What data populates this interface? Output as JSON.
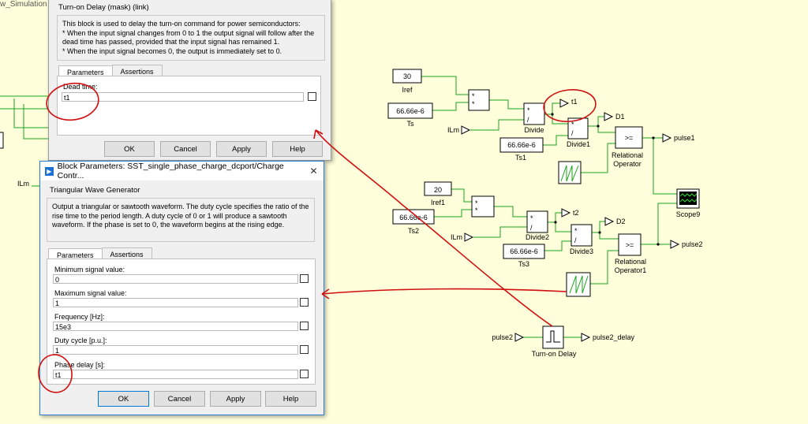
{
  "background_title": "w_Simulation",
  "diagram": {
    "const_iref": "30",
    "label_iref": "Iref",
    "const_ts": "66.66e-6",
    "label_ts": "Ts",
    "input_ilm": "ILm",
    "label_divide": "Divide",
    "out_t1": "t1",
    "out_d1": "D1",
    "label_divide1": "Divide1",
    "const_ts1": "66.66e-6",
    "label_ts1": "Ts1",
    "relop_symbol": ">=",
    "label_relop": "Relational",
    "label_relop_b": "Operator",
    "out_pulse1": "pulse1",
    "label_scope9": "Scope9",
    "const_iref1": "20",
    "label_iref1": "Iref1",
    "const_ts2": "66.66e-6",
    "label_ts2": "Ts2",
    "input_ilm2": "ILm",
    "label_divide2": "Divide2",
    "out_t2": "t2",
    "out_d2": "D2",
    "label_divide3": "Divide3",
    "const_ts3": "66.66e-6",
    "label_ts3": "Ts3",
    "relop1_symbol": ">=",
    "label_relop1": "Relational",
    "label_relop1_b": "Operator1",
    "out_pulse2": "pulse2",
    "input_pulse2": "pulse2",
    "out_pulse2_delay": "pulse2_delay",
    "label_turnon": "Turn-on Delay",
    "left_ilm": "ILm"
  },
  "dialog_turnon": {
    "title": "Turn-on Delay (mask) (link)",
    "description": "This block is used to delay the turn-on command for power semiconductors:\n* When the input signal changes from 0 to 1 the output signal will follow after the dead time has passed, provided that the input signal has remained 1.\n* When the input signal becomes 0, the output is immediately set to 0.",
    "tabs": [
      "Parameters",
      "Assertions"
    ],
    "dead_time_label": "Dead time:",
    "dead_time_value": "t1",
    "buttons": {
      "ok": "OK",
      "cancel": "Cancel",
      "apply": "Apply",
      "help": "Help"
    }
  },
  "dialog_triangle": {
    "title": "Block Parameters: SST_single_phase_charge_dcport/Charge Contr...",
    "close": "✕",
    "block_name": "Triangular Wave Generator",
    "description": "Output a triangular or sawtooth waveform. The duty cycle specifies the ratio of the rise time to the period length. A duty cycle of 0 or 1 will produce a sawtooth waveform. If the phase is set to 0, the waveform begins at the rising edge.",
    "tabs": [
      "Parameters",
      "Assertions"
    ],
    "fields": [
      {
        "label": "Minimum signal value:",
        "value": "0"
      },
      {
        "label": "Maximum signal value:",
        "value": "1"
      },
      {
        "label": "Frequency [Hz]:",
        "value": "15e3"
      },
      {
        "label": "Duty cycle [p.u.]:",
        "value": "1"
      },
      {
        "label": "Phase delay [s]:",
        "value": "t1"
      }
    ],
    "buttons": {
      "ok": "OK",
      "cancel": "Cancel",
      "apply": "Apply",
      "help": "Help"
    }
  },
  "colors": {
    "canvas": "#ffffdc",
    "wire": "#1aa31a",
    "annotation": "#d01010",
    "accent": "#0078d7"
  }
}
